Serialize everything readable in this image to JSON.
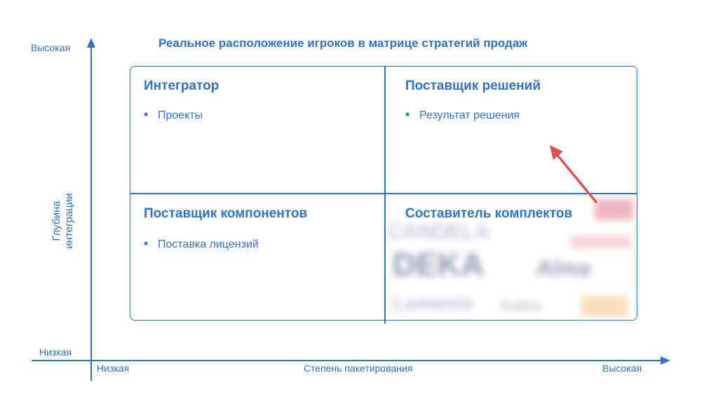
{
  "title": "Реальное расположение игроков в матрице стратегий продаж",
  "y_axis": {
    "title": "Глубина интеграции",
    "high": "Высокая",
    "low": "Низкая"
  },
  "x_axis": {
    "title": "Степень пакетирования",
    "low": "Низкая",
    "high": "Высокая"
  },
  "quadrants": {
    "top_left": {
      "title": "Интегратор",
      "item": "Проекты"
    },
    "top_right": {
      "title": "Поставщик решений",
      "item": "Результат решения"
    },
    "bottom_left": {
      "title": "Поставщик компонентов",
      "item": "Поставка лицензий"
    },
    "bottom_right": {
      "title": "Составитель комплектов",
      "logos": [
        "CANDELA",
        "DEKA",
        "Alma",
        "Lumenis",
        "Cutera"
      ]
    }
  },
  "colors": {
    "primary": "#2f73c9",
    "arrow": "#e05252"
  }
}
